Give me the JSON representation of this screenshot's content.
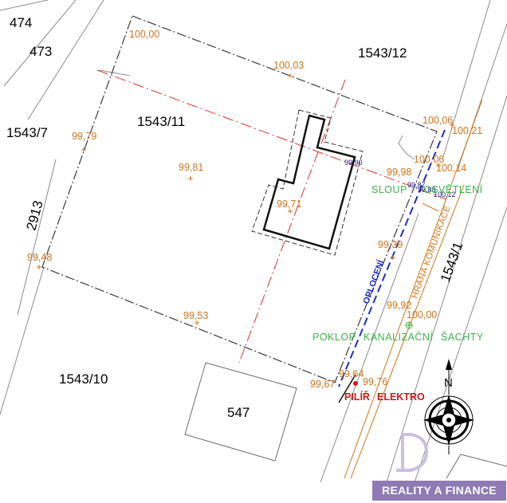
{
  "parcels": {
    "p474": "474",
    "p473": "473",
    "p1543_12": "1543/12",
    "p1543_7": "1543/7",
    "p1543_11": "1543/11",
    "p2913": "2913",
    "p1543_1": "1543/1",
    "p1543_10": "1543/10",
    "p547": "547"
  },
  "elevations": {
    "e1": "100,00",
    "e2": "100,03",
    "e3": "99,79",
    "e4": "99,81",
    "e5": "100,06",
    "e6": "100,21",
    "e7": "99,90",
    "e8": "100,06",
    "e9": "99,98",
    "e10": "100,14",
    "e11": "99,71",
    "e12": "99,39",
    "e13": "99,48",
    "e14": "99,92",
    "e15": "100,00",
    "e16": "99,53",
    "e17": "99,64",
    "e18": "99,67",
    "e19": "99,76",
    "s1": "99,87",
    "s2": "99,88",
    "s3": "100,12"
  },
  "labels": {
    "sloup": "SLOUP",
    "osvetleni": "OSVĚTLENÍ",
    "poklop": "POKLOP",
    "kanalizacni": "KANALIZAČNÍ",
    "sachty": "ŠACHTY",
    "pilir": "PILÍŘ",
    "elektro": "ELEKTRO",
    "oploceni": "OPLOCENÍ",
    "hrana": "HRANA KOMUNIKACE"
  },
  "compass": {
    "north": "N"
  },
  "brand": {
    "text": "REALITY A FINANCE"
  },
  "colors": {
    "parcel_text": "#000000",
    "elevation": "#d4731c",
    "axis_line": "#e0312a",
    "fence": "#1a2fc8",
    "utility": "#3bb44a",
    "electro": "#cc1a1a",
    "brand_bg": "#8e7bb5"
  }
}
